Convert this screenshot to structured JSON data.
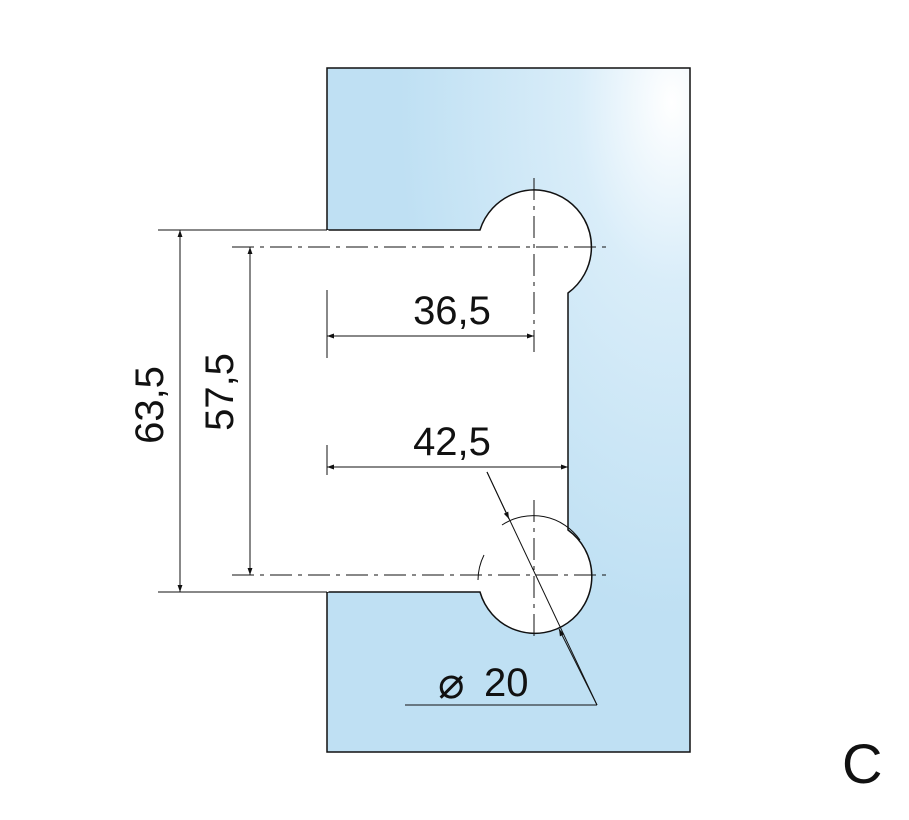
{
  "dimensions": {
    "overall_height": "63,5",
    "hole_spacing": "57,5",
    "top_hole_offset": "36,5",
    "notch_depth": "42,5",
    "hole_diameter": "20"
  },
  "symbols": {
    "diameter": "⌀"
  },
  "variant_label": "C",
  "colors": {
    "glass": "#c2e1f4",
    "glass_highlight": "#ffffff",
    "line": "#111111"
  }
}
